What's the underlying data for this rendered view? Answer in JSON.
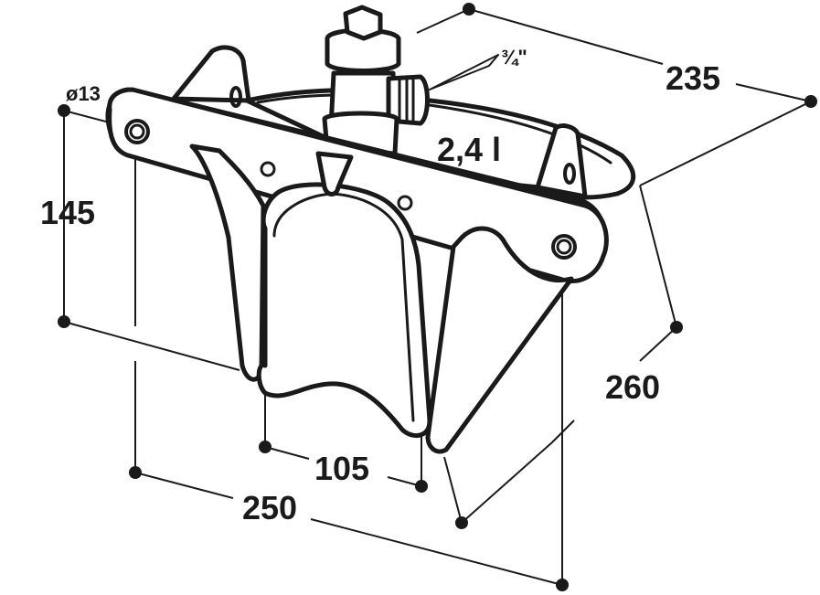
{
  "drawing": {
    "dimensions": {
      "width_top": "235",
      "depth": "260",
      "width_bottom": "250",
      "spacing": "105",
      "height": "145",
      "hole": "ø13",
      "volume": "2,4 l",
      "thread": "¾\""
    },
    "colors": {
      "ink": "#1a1a1a",
      "paper": "#ffffff"
    }
  }
}
